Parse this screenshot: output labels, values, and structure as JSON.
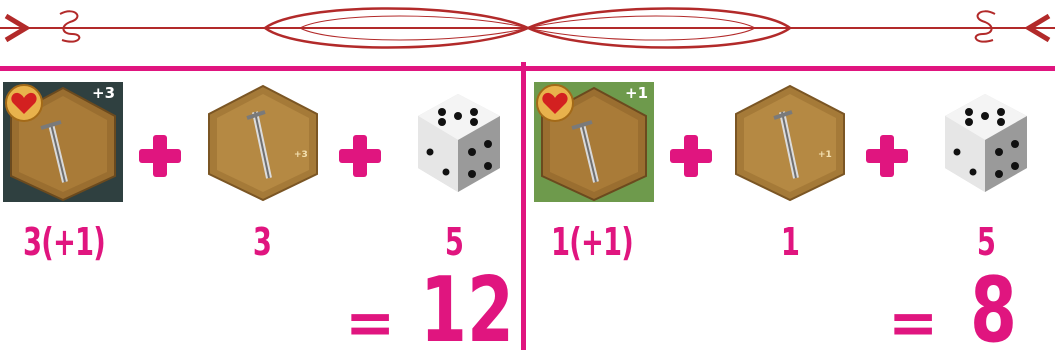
{
  "colors": {
    "accent": "#e0157f",
    "ornament": "#b22a2a"
  },
  "left": {
    "card_bonus": "+3",
    "card_value": "3(+1)",
    "tile_value": "3",
    "tile_bonus": "+3",
    "die_value": "5",
    "equals": "=",
    "total": "12",
    "card_bg": "#2f4040"
  },
  "right": {
    "card_bonus": "+1",
    "card_value": "1(+1)",
    "tile_value": "1",
    "tile_bonus": "+1",
    "die_value": "5",
    "equals": "=",
    "total": "8",
    "card_bg": "#6e9a4c"
  },
  "icons": [
    "heart-icon",
    "sword-icon",
    "plus-icon",
    "die-five-icon"
  ]
}
